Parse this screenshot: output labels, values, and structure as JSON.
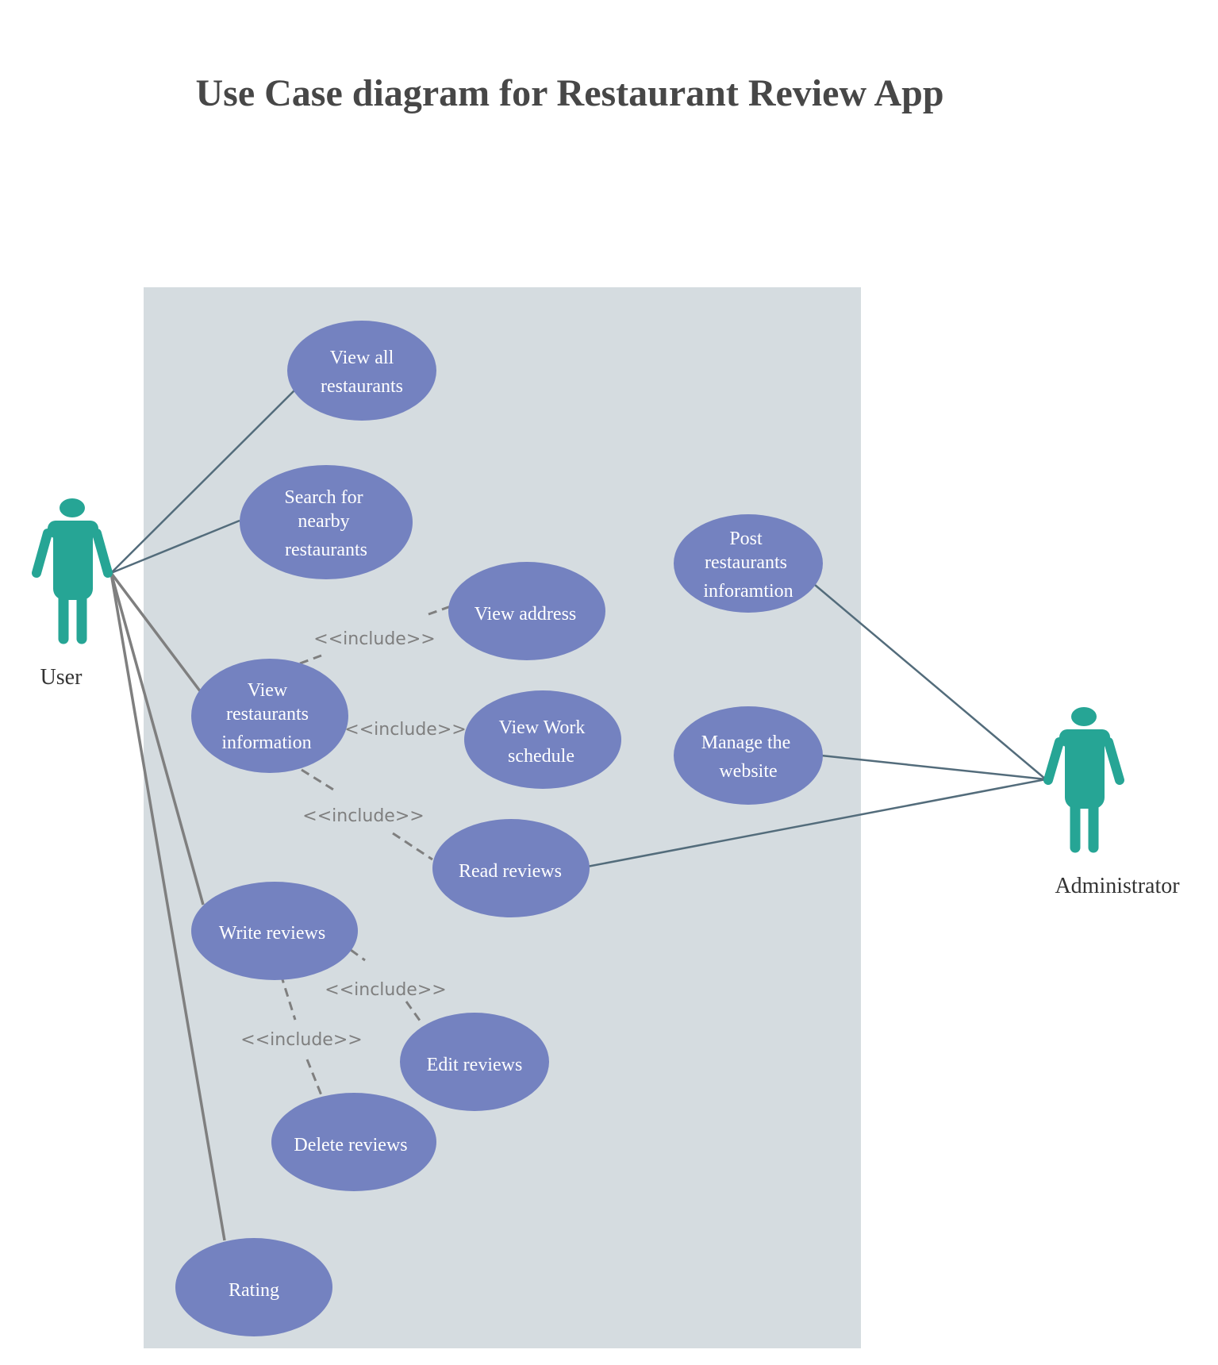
{
  "title": "Use Case diagram for Restaurant Review App",
  "colors": {
    "system_boundary": "#d5dce0",
    "use_case_fill": "#7482c0",
    "actor_fill": "#26a595",
    "assoc_line": "#536c7b",
    "user_line": "#7f7f7f",
    "include_line": "#7f7f7f"
  },
  "actors": {
    "user": {
      "label": "User",
      "icon": "person-icon"
    },
    "admin": {
      "label": "Administrator",
      "icon": "person-icon"
    }
  },
  "use_cases": {
    "view_all": {
      "lines": [
        "View all",
        "restaurants"
      ]
    },
    "search": {
      "lines": [
        "Search for",
        "nearby",
        "restaurants"
      ]
    },
    "view_info": {
      "lines": [
        "View",
        "restaurants",
        "information"
      ]
    },
    "view_address": {
      "lines": [
        "View address"
      ]
    },
    "view_schedule": {
      "lines": [
        "View Work",
        "schedule"
      ]
    },
    "read_reviews": {
      "lines": [
        "Read reviews"
      ]
    },
    "write_reviews": {
      "lines": [
        "Write reviews"
      ]
    },
    "edit_reviews": {
      "lines": [
        "Edit reviews"
      ]
    },
    "delete_reviews": {
      "lines": [
        "Delete reviews"
      ]
    },
    "rating": {
      "lines": [
        "Rating"
      ]
    },
    "post_info": {
      "lines": [
        "Post",
        "restaurants",
        "inforamtion"
      ]
    },
    "manage": {
      "lines": [
        "Manage the",
        "website"
      ]
    }
  },
  "include_label": "<<include>>"
}
